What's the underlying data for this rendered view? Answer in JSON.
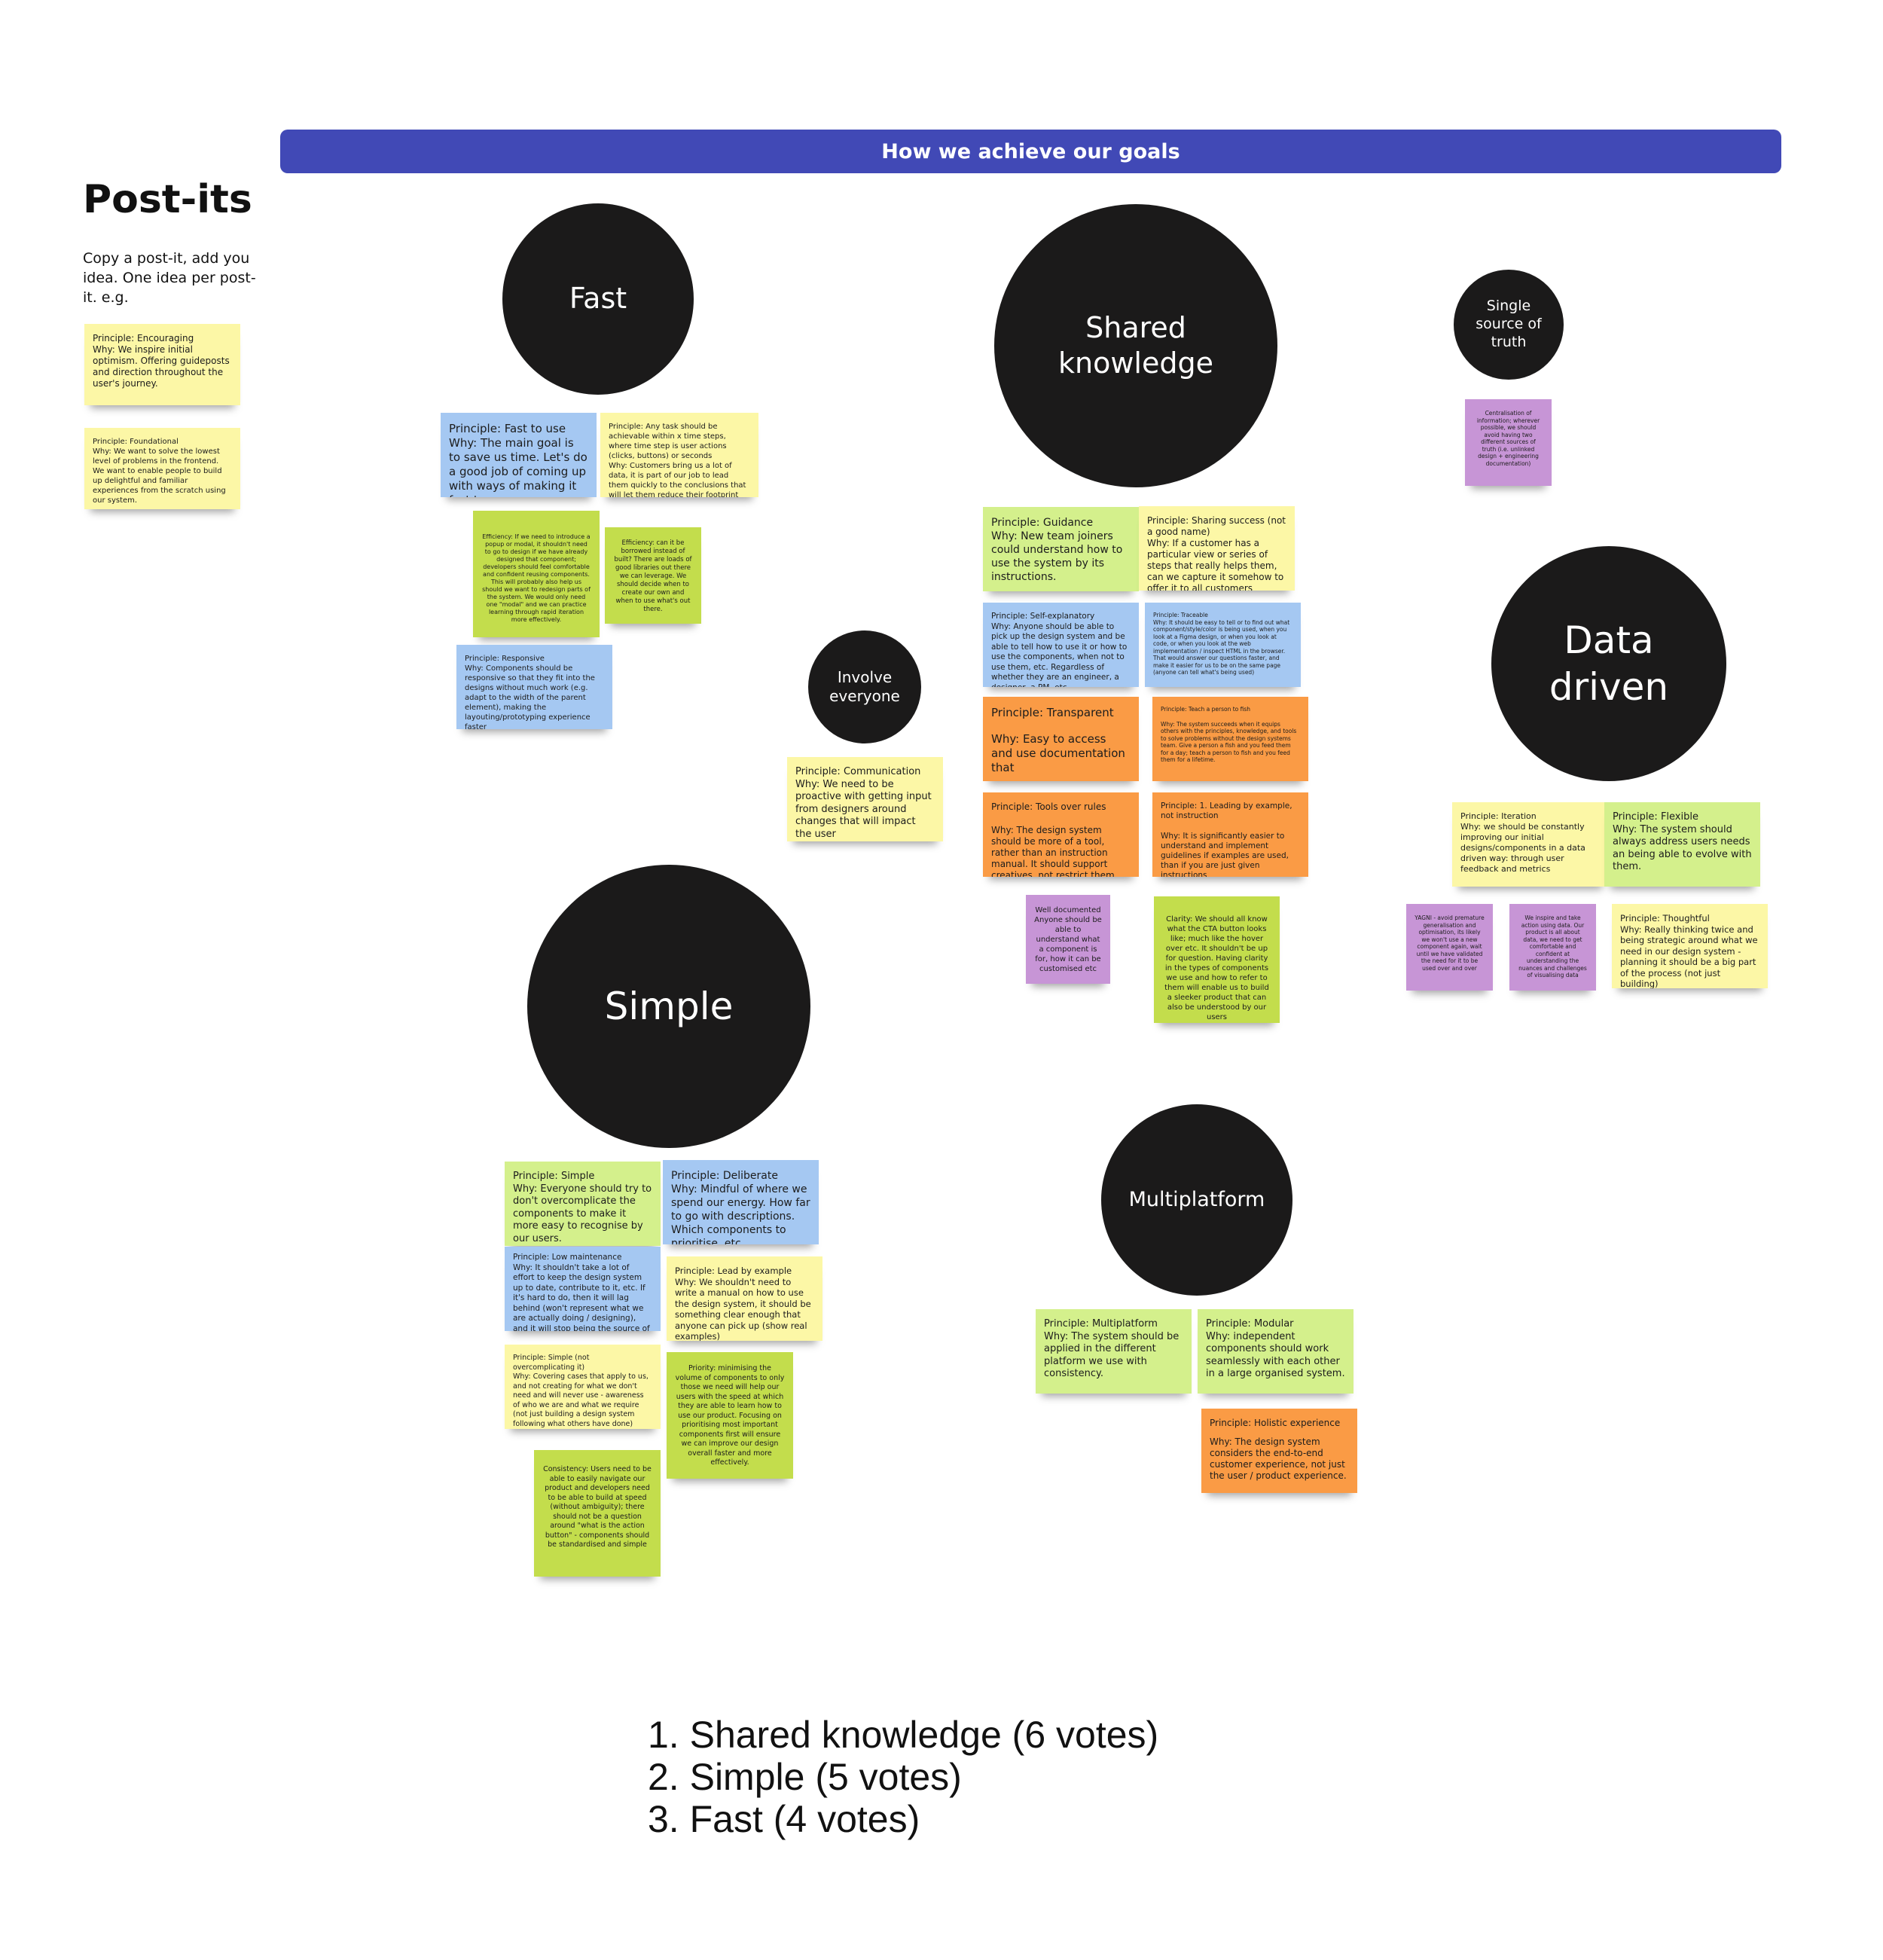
{
  "banner": {
    "title": "How we achieve our goals"
  },
  "sidebar": {
    "title": "Post-its",
    "description": "Copy a post-it, add you idea. One idea per post-it. e.g.",
    "examples": [
      {
        "l1": "Principle: Encouraging",
        "l2": "Why: We inspire initial optimism. Offering guideposts and direction throughout the user's journey."
      },
      {
        "l1": "Principle: Foundational",
        "l2": "Why: We want to solve the lowest level of problems in the frontend. We want to enable people to build up delightful and familiar experiences from the scratch using our system."
      }
    ]
  },
  "circles": {
    "fast": "Fast",
    "shared": "Shared knowledge",
    "single_source": "Single source of truth",
    "data_driven": "Data driven",
    "involve": "Involve everyone",
    "simple": "Simple",
    "multiplatform": "Multiplatform"
  },
  "notes": {
    "fast_use": {
      "l1": "Principle: Fast to use",
      "l2": "Why: The main goal is to save us time. Let's do a good job of coming up with ways of making it fast to use."
    },
    "fast_any_task": {
      "l1": "Principle: Any task should be achievable within x time steps, where time step is user actions (clicks, buttons) or seconds",
      "l2": "Why: Customers bring us a lot of data, it is part of our job to lead them quickly to the conclusions that will let them reduce their footprint"
    },
    "fast_efficiency1": {
      "l1": "Efficiency: If we need to introduce a popup or modal, it shouldn't need to go to design if we have already designed that component; developers should feel comfortable and confident reusing components. This will probably also help us should we want to redesign parts of the system. We would only need one \"modal\" and we can practice learning through rapid iteration more effectively."
    },
    "fast_efficiency2": {
      "l1": "Efficiency: can it be borrowed instead of built? There are loads of good libraries out there we can leverage. We should decide when to create our own and when to use what's out there."
    },
    "fast_responsive": {
      "l1": "Principle: Responsive",
      "l2": "Why: Components should be responsive so that they fit into the designs without much work (e.g. adapt to the width of the parent element), making the layouting/prototyping experience faster"
    },
    "shared_guidance": {
      "l1": "Principle: Guidance",
      "l2": "Why: New team joiners could understand how to use the system by its instructions."
    },
    "shared_sharing": {
      "l1": "Principle: Sharing success (not a good name)",
      "l2": "Why: If a customer has a particular view or series of steps that really helps them, can we capture it somehow to offer it to all customers"
    },
    "shared_self_expl": {
      "l1": "Principle: Self-explanatory",
      "l2": "Why: Anyone should be able to pick up the design system and be able to tell how to use it or how to use the components, when not to use them, etc. Regardless of whether they are an engineer, a designer, a PM, etc."
    },
    "shared_traceable": {
      "l1": "Principle: Traceable",
      "l2": "Why: It should be easy to tell or to find out what component/style/color is being used, when you look at a Figma design, or when you look at code, or when you look at the web implementation / inspect HTML in the browser. That would answer our questions faster, and make it easier for us to be on the same page (anyone can tell what's being used)"
    },
    "shared_transparent": {
      "l1": "Principle: Transparent",
      "l2": "Why: Easy to access and use documentation that"
    },
    "shared_teach": {
      "l1": "Principle: Teach a person to fish",
      "l2": "Why: The system succeeds when it equips others with the principles, knowledge, and tools to solve problems without the design systems team. Give a person a fish and you feed them for a day; teach a person to fish and you feed them for a lifetime."
    },
    "shared_tools": {
      "l1": "Principle: Tools over rules",
      "l2": "Why: The design system should be more of a tool, rather than an instruction manual. It should support creatives, not restrict them"
    },
    "shared_leading": {
      "l1": "Principle: 1. Leading by example, not instruction",
      "l2": "Why: It is significantly easier to understand and implement guidelines if examples are used, than if you are just given instructions"
    },
    "shared_well_doc": {
      "l1": "Well documented Anyone should be able to understand what a component is for, how it can be customised etc"
    },
    "shared_clarity": {
      "l1": "Clarity: We should all know what the CTA button looks like; much like the hover over etc. It shouldn't be up for question. Having clarity in the types of components we use and how to refer to them will enable us to build a sleeker product that can also be understood by our users"
    },
    "single_central": {
      "l1": "Centralisation of information; wherever possible, we should avoid having two different sources of truth (i.e. unlinked design + engineering documentation)"
    },
    "involve_comm": {
      "l1": "Principle: Communication",
      "l2": "Why: We need to be proactive with getting input from designers around changes that will impact the user"
    },
    "data_iteration": {
      "l1": "Principle: Iteration",
      "l2": "Why: we should be constantly improving our initial designs/components in a data driven way: through user feedback and metrics"
    },
    "data_flexible": {
      "l1": "Principle: Flexible",
      "l2": "Why: The system should always address users needs an being able to evolve with them."
    },
    "data_yagni": {
      "l1": "YAGNI - avoid premature generalisation and optimisation, its likely we won't use a new component again, wait until we have validated the need for it to be used over and over"
    },
    "data_inspire": {
      "l1": "We inspire and take action using data. Our product is all about data, we need to get comfortable and confident at understanding the nuances and challenges of visualising data"
    },
    "data_thoughtful": {
      "l1": "Principle: Thoughtful",
      "l2": "Why: Really thinking twice and being strategic around what we need in our design system - planning it should be a big part of the process (not just building)"
    },
    "simple_simple": {
      "l1": "Principle: Simple",
      "l2": "Why: Everyone should try to don't overcomplicate the components to make it more easy to recognise by our users."
    },
    "simple_deliberate": {
      "l1": "Principle: Deliberate",
      "l2": "Why: Mindful of where we spend our energy. How far to go with descriptions. Which components to prioritise. etc"
    },
    "simple_low_maint": {
      "l1": "Principle: Low maintenance",
      "l2": "Why: It shouldn't take a lot of effort to keep the design system up to date, contribute to it, etc. If it's hard to do, then it will lag behind (won't represent what we are actually doing / designing), and it will stop being the source of truth."
    },
    "simple_lead_example": {
      "l1": "Principle: Lead by example",
      "l2": "Why: We shouldn't need to write a manual on how to use the design system, it should be something clear enough that anyone can pick up (show real examples)"
    },
    "simple_not_overcomp": {
      "l1": "Principle: Simple (not overcomplicating it)",
      "l2": "Why: Covering cases that apply to us, and not creating for what we don't need and will never use - awareness of who we are and what we require (not just building a design system following what others have done)"
    },
    "simple_priority": {
      "l1": "Priority: minimising the volume of components to only those we need will help our users with the speed at which they are able to learn how to use our product. Focusing on prioritising most important components first will ensure we can improve our design overall faster and more effectively."
    },
    "simple_consistency": {
      "l1": "Consistency: Users need to be able to easily navigate our product and developers need to be able to build at speed (without ambiguity); there should not be a question around \"what is the action button\" - components should be standardised and simple"
    },
    "multi_multi": {
      "l1": "Principle: Multiplatform",
      "l2": "Why: The system should be applied in the different platform we use with consistency."
    },
    "multi_modular": {
      "l1": "Principle: Modular",
      "l2": "Why: independent components should work seamlessly with each other in a large organised system."
    },
    "multi_holistic": {
      "l1": "Principle: Holistic experience",
      "l2": "Why: The design system considers the end-to-end customer experience, not just the user / product experience."
    }
  },
  "votes": [
    "1. Shared knowledge (6 votes)",
    "2. Simple (5 votes)",
    "3. Fast (4 votes)"
  ],
  "colors": {
    "banner": "#4149b6",
    "circle": "#1b1a1a",
    "yellow": "#fcf7a6",
    "blue": "#a5c8f2",
    "green": "#d4f08c",
    "lime": "#c3dd4c",
    "orange": "#fa9b45",
    "purple": "#c795d6"
  }
}
